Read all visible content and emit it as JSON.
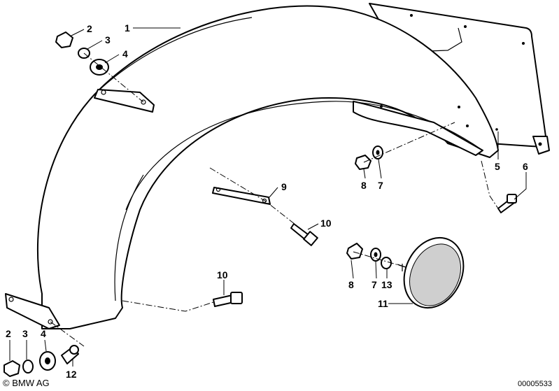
{
  "callouts": {
    "c1": "1",
    "c2a": "2",
    "c3a": "3",
    "c4a": "4",
    "c5": "5",
    "c6": "6",
    "c7a": "7",
    "c8a": "8",
    "c9": "9",
    "c10a": "10",
    "c10b": "10",
    "c8b": "8",
    "c7b": "7",
    "c13": "13",
    "c11": "11",
    "c2b": "2",
    "c3b": "3",
    "c4b": "4",
    "c12": "12"
  },
  "footer": {
    "copyright": "© BMW AG",
    "doc_number": "00005533"
  }
}
